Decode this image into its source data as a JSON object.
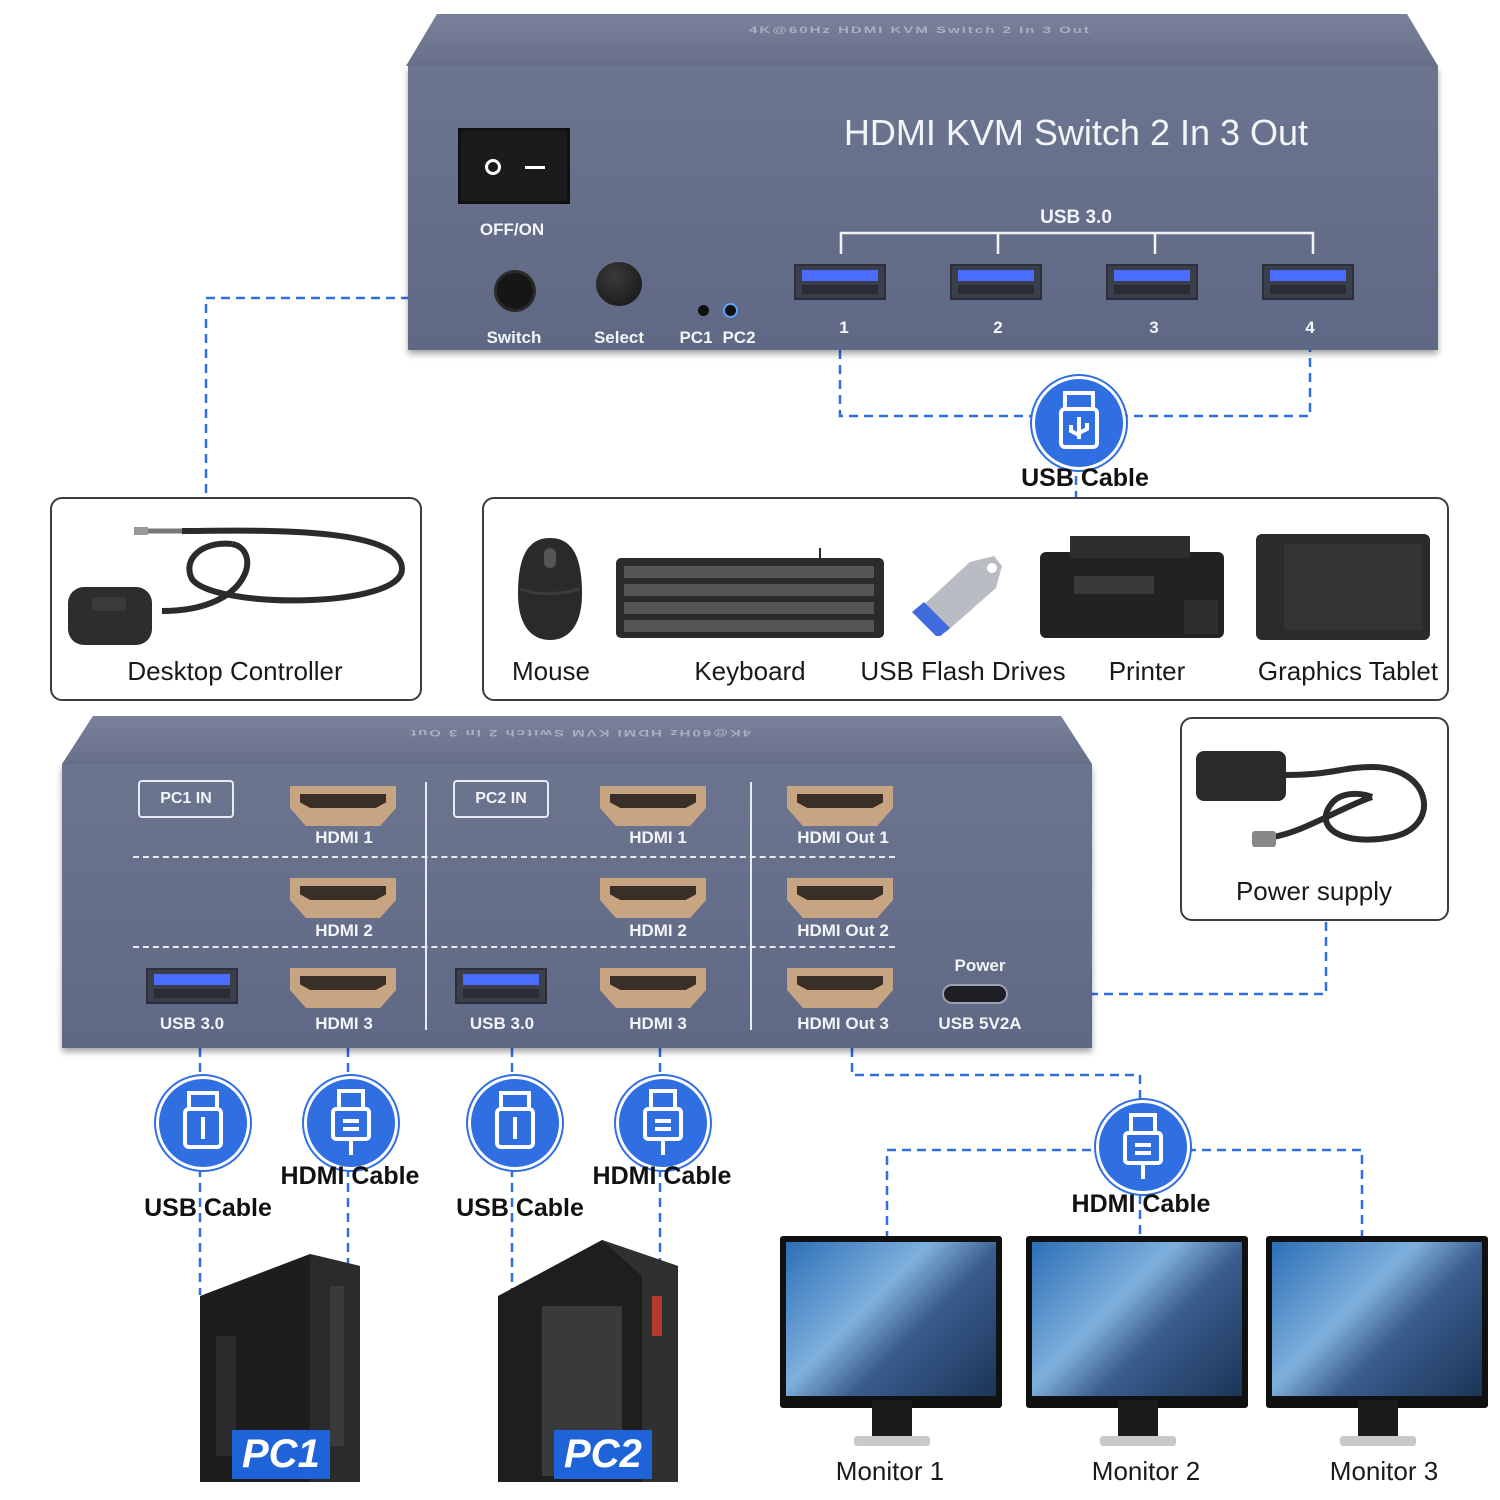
{
  "colors": {
    "accent_blue": "#2f6fe2",
    "device_gray": "#646d88",
    "hdmi_gold": "#c7a583",
    "usb_blue": "#4a6cff"
  },
  "front_panel": {
    "title": "HDMI KVM Switch 2 In 3 Out",
    "top_engraving": "4K@60Hz HDMI KVM Switch 2 In 3 Out",
    "power_label": "OFF/ON",
    "usb_group_label": "USB 3.0",
    "usb_ports": [
      "1",
      "2",
      "3",
      "4"
    ],
    "switch_label": "Switch",
    "select_label": "Select",
    "pc1_led_label": "PC1",
    "pc2_led_label": "PC2"
  },
  "usb_cable_top": {
    "label": "USB Cable",
    "icon": "usb-plug-icon"
  },
  "controller_box": {
    "label": "Desktop Controller"
  },
  "peripherals": [
    {
      "label": "Mouse",
      "icon": "mouse-icon"
    },
    {
      "label": "Keyboard",
      "icon": "keyboard-icon"
    },
    {
      "label": "USB Flash Drives",
      "icon": "flash-drive-icon"
    },
    {
      "label": "Printer",
      "icon": "printer-icon"
    },
    {
      "label": "Graphics Tablet",
      "icon": "graphics-tablet-icon"
    }
  ],
  "back_panel": {
    "top_engraving": "4K@60Hz HDMI KVM Switch 2 In 3 Out",
    "pc1_in": "PC1 IN",
    "pc2_in": "PC2 IN",
    "pc1_ports": {
      "hdmi1": "HDMI 1",
      "hdmi2": "HDMI 2",
      "hdmi3": "HDMI 3",
      "usb": "USB 3.0"
    },
    "pc2_ports": {
      "hdmi1": "HDMI 1",
      "hdmi2": "HDMI 2",
      "hdmi3": "HDMI 3",
      "usb": "USB 3.0"
    },
    "outputs": [
      "HDMI Out 1",
      "HDMI Out 2",
      "HDMI Out 3"
    ],
    "power_label": "Power",
    "power_port": "USB 5V2A"
  },
  "power_box": {
    "label": "Power supply"
  },
  "cables": {
    "pc1_usb": "USB Cable",
    "pc1_hdmi": "HDMI Cable",
    "pc2_usb": "USB Cable",
    "pc2_hdmi": "HDMI Cable",
    "monitor_hdmi": "HDMI Cable"
  },
  "computers": [
    "PC1",
    "PC2"
  ],
  "monitors": [
    "Monitor 1",
    "Monitor 2",
    "Monitor 3"
  ]
}
